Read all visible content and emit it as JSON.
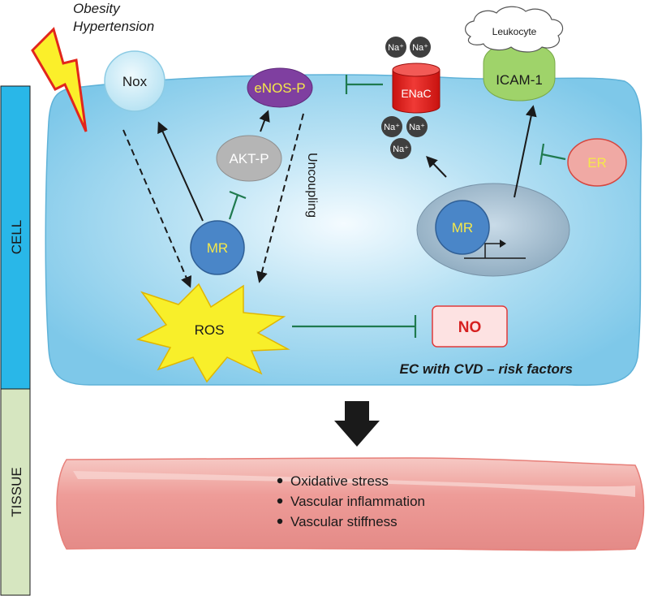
{
  "risk_factors": [
    "Obesity",
    "Hypertension"
  ],
  "sidebar": {
    "cell_label": "CELL",
    "tissue_label": "TISSUE"
  },
  "nodes": {
    "nox": "Nox",
    "enos_p": "eNOS-P",
    "akt_p": "AKT-P",
    "mr_cytoplasm": "MR",
    "mr_nucleus": "MR",
    "ros": "ROS",
    "no": "NO",
    "enac": "ENaC",
    "icam1": "ICAM-1",
    "leukocyte": "Leukocyte",
    "er": "ER",
    "sodium": "Na⁺"
  },
  "labels": {
    "uncoupling": "Uncoupling",
    "cell_caption": "EC with CVD – risk factors"
  },
  "tissue_outcomes": [
    "Oxidative stress",
    "Vascular inflammation",
    "Vascular stiffness"
  ],
  "colors": {
    "cell_fill": "#8fd0ec",
    "cell_sidebar": "#29b7e8",
    "tissue_sidebar": "#d6e6c0",
    "inhibit": "#1f7a4f",
    "vessel": "#f0a8a4",
    "enos": "#7f3fa0",
    "enos_text": "#f5e84a",
    "ros": "#f8ef2a",
    "no_text": "#d62020",
    "enac": "#e8211f",
    "icam": "#9fd36a",
    "er_fill": "#f0a9a4",
    "er_text": "#f5e84a",
    "mr": "#4a86c8",
    "mr_text": "#f5e84a",
    "lightning": "#fbef2a"
  }
}
